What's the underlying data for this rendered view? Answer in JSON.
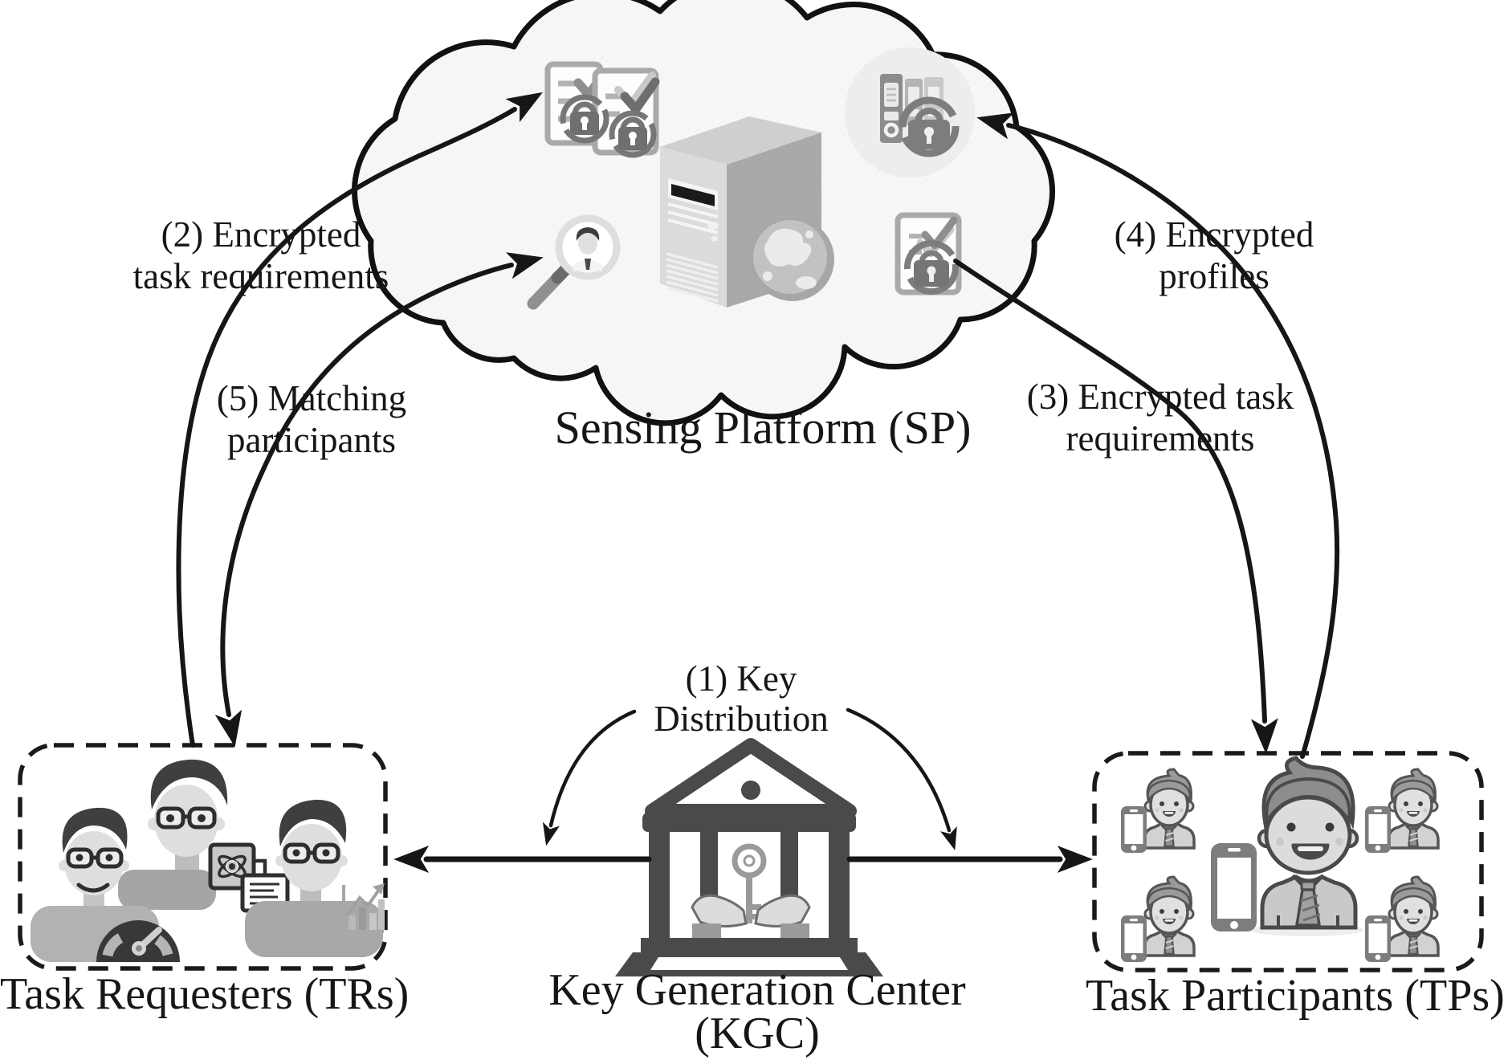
{
  "figure": {
    "title": "Privacy-preserving task matching system model",
    "sensing_platform": {
      "label": "Sensing Platform (SP)"
    },
    "entities": {
      "task_requesters": {
        "label": "Task Requesters (TRs)"
      },
      "key_generation_center": {
        "label_line1": "Key Generation Center",
        "label_line2": "(KGC)"
      },
      "task_participants": {
        "label": "Task Participants (TPs)"
      }
    },
    "flows": {
      "step1": {
        "line1": "(1) Key",
        "line2": "Distribution"
      },
      "step2": {
        "line1": "(2) Encrypted",
        "line2": "task requirements"
      },
      "step3": {
        "line1": "(3) Encrypted task",
        "line2": "requirements"
      },
      "step4": {
        "line1": "(4) Encrypted",
        "line2": "profiles"
      },
      "step5": {
        "line1": "(5) Matching",
        "line2": "participants"
      }
    },
    "icons": [
      "encrypted-task-documents-icon",
      "participant-search-icon",
      "server-icon",
      "globe-icon",
      "encrypted-profiles-icon",
      "encrypted-task-list-icon",
      "bank-building-icon",
      "key-in-hands-icon",
      "requester-person-icon",
      "gauge-icon",
      "science-book-icon",
      "monitor-icon",
      "bar-chart-icon",
      "participant-person-icon",
      "smartphone-icon"
    ],
    "colors": {
      "ink": "#161616",
      "cloud_fill": "#f7f7f7",
      "building_gray": "#4a4a4a",
      "icon_gray": "#7d7d7d",
      "light_gray": "#dedede"
    }
  }
}
